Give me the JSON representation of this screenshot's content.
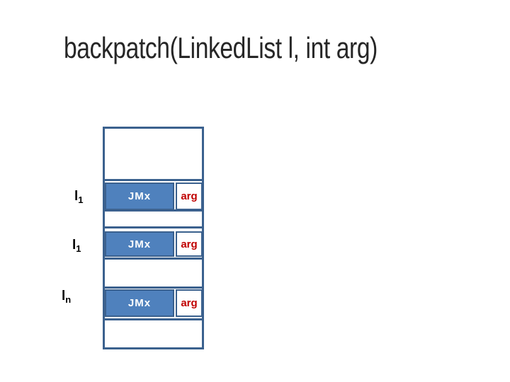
{
  "slide": {
    "title": "backpatch(LinkedList l, int arg)"
  },
  "diagram": {
    "description_rows": [
      {
        "label_base": "l",
        "label_sub": "1",
        "opcode": "JMx",
        "operand": "arg"
      },
      {
        "label_base": "l",
        "label_sub": "1",
        "opcode": "JMx",
        "operand": "arg"
      },
      {
        "label_base": "l",
        "label_sub": "n",
        "opcode": "JMx",
        "operand": "arg"
      }
    ],
    "colors": {
      "cell_fill": "#4f81bd",
      "cell_border": "#3b618e",
      "opcode_text_color": "#ffffff",
      "operand_text_color": "#c00000",
      "label_text_color": "#000000",
      "title_text_color": "#262626"
    }
  }
}
